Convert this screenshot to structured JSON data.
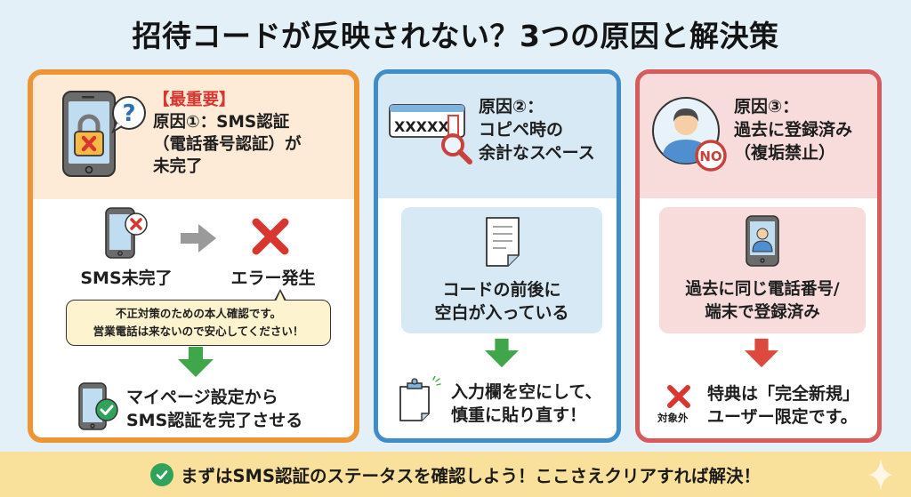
{
  "title": "招待コードが反映されない？3つの原因と解決策",
  "colors": {
    "background": "#e3f0f8",
    "cause1_border": "#ef9433",
    "cause2_border": "#3f8ccb",
    "cause3_border": "#d85a5a",
    "accent_red": "#d9362f",
    "arrow_green": "#3fa64a",
    "arrow_red": "#dc4a3e",
    "footer_bg": "#f9e09b"
  },
  "causes": [
    {
      "badge": "【最重要】",
      "heading_lines": [
        "原因①：SMS認証",
        "（電話番号認証）が",
        "未完了"
      ],
      "header_icon": "locked-phone-question-icon",
      "flow": {
        "left_label": "SMS未完了",
        "right_label": "エラー発生",
        "arrow_icon": "gray-right-arrow-icon"
      },
      "note_lines": [
        "不正対策のための本人確認です。",
        "営業電話は来ないので安心してください！"
      ],
      "solution_icon": "phone-check-icon",
      "solution_lines": [
        "マイページ設定から",
        "SMS認証を完了させる"
      ]
    },
    {
      "heading_lines": [
        "原因②：",
        "コピペ時の",
        "余計なスペース"
      ],
      "header_icon": "input-field-magnifier-icon",
      "header_icon_text": "XXXXX",
      "detail_icon": "document-icon",
      "detail_lines": [
        "コードの前後に",
        "空白が入っている"
      ],
      "solution_icon": "clipboard-icon",
      "solution_lines": [
        "入力欄を空にして、",
        "慎重に貼り直す！"
      ]
    },
    {
      "heading_lines": [
        "原因③：",
        "過去に登録済み",
        "（複垢禁止）"
      ],
      "header_icon": "user-no-icon",
      "header_icon_badge": "NO",
      "detail_icon": "phone-user-icon",
      "detail_lines": [
        "過去に同じ電話番号/",
        "端末で登録済み"
      ],
      "solution_icon": "red-x-icon",
      "solution_sub": "対象外",
      "solution_lines": [
        "特典は「完全新規」",
        "ユーザー限定です。"
      ]
    }
  ],
  "footer": {
    "icon": "green-check-icon",
    "text": "まずはSMS認証のステータスを確認しよう！ここさえクリアすれば解決！"
  }
}
